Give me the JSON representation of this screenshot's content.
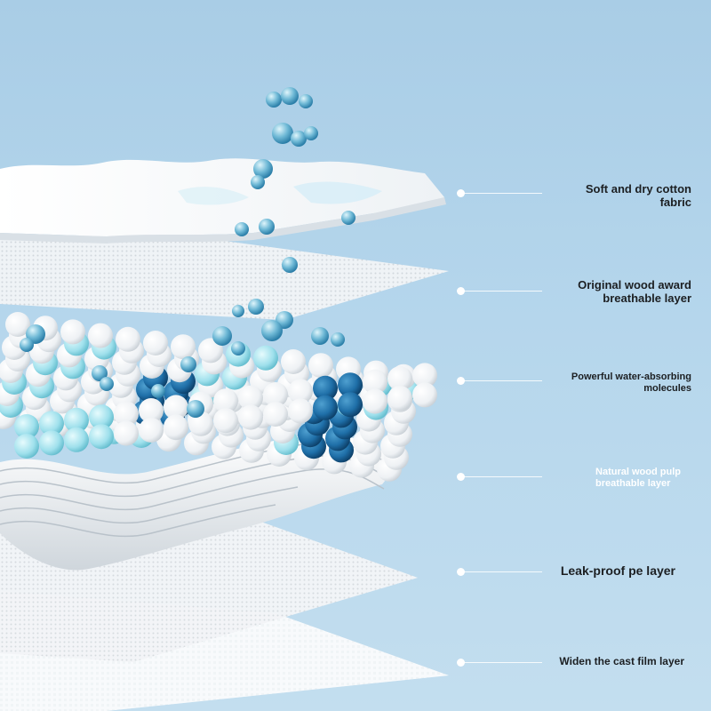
{
  "layers": [
    {
      "label": "Soft and dry cotton fabric",
      "lines": [
        "Soft and dry cotton",
        "fabric"
      ],
      "text_color": "#1c1f22"
    },
    {
      "label": "Original wood award breathable layer",
      "lines": [
        "Original wood award",
        "breathable layer"
      ],
      "text_color": "#1c1f22"
    },
    {
      "label": "Powerful water-absorbing molecules",
      "lines": [
        "Powerful water-absorbing",
        "molecules"
      ],
      "text_color": "#1c1f22"
    },
    {
      "label": "Natural wood pulp breathable layer",
      "lines": [
        "Natural wood pulp",
        "breathable layer"
      ],
      "text_color": "#ffffff"
    },
    {
      "label": "Leak-proof pe layer",
      "lines": [
        "Leak-proof pe layer"
      ],
      "text_color": "#1c1f22"
    },
    {
      "label": "Widen the cast film layer",
      "lines": [
        "Widen the cast film layer"
      ],
      "text_color": "#1c1f22"
    }
  ],
  "colors": {
    "background": "#b5d6ec",
    "water_droplet": "#6fb9d6",
    "sap_dark_blue": "#1f6fa8",
    "sap_light_blue": "#9fe0ec",
    "layer_white": "#f6f8fa"
  }
}
